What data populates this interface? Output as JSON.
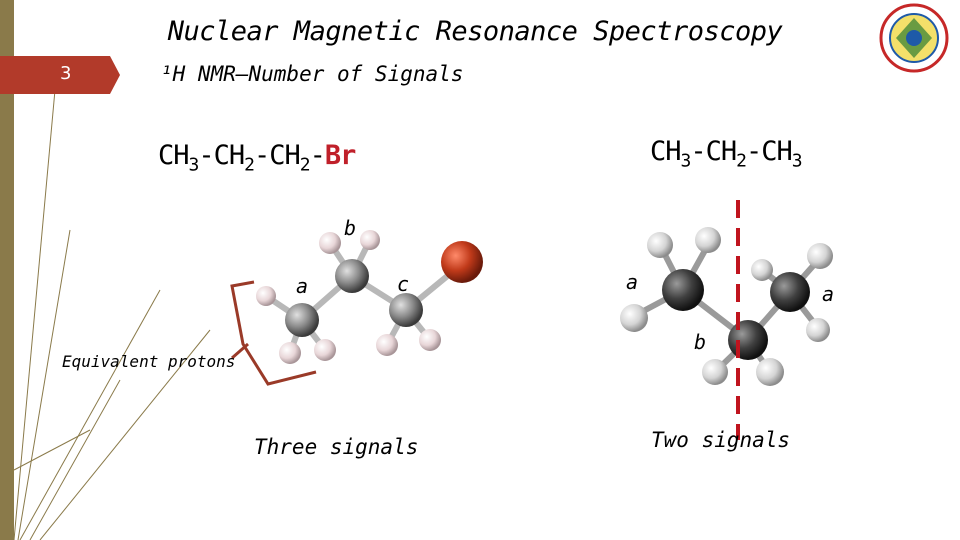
{
  "slide": {
    "title": "Nuclear Magnetic Resonance Spectroscopy",
    "number": "3",
    "subtitle": "¹H NMR—Number of Signals"
  },
  "left_molecule": {
    "formula_parts": [
      "CH",
      "3",
      "-CH",
      "2",
      "-CH",
      "2",
      "-",
      "Br"
    ],
    "labels": {
      "a": "a",
      "b": "b",
      "c": "c"
    },
    "bracket_label": "Equivalent protons",
    "caption": "Three signals"
  },
  "right_molecule": {
    "formula_parts": [
      "CH",
      "3",
      "-CH",
      "2",
      "-CH",
      "3"
    ],
    "labels": {
      "a_left": "a",
      "a_right": "a",
      "b": "b"
    },
    "caption": "Two signals"
  },
  "colors": {
    "accent_tab": "#b23a2a",
    "bromine": "#c0202a",
    "symmetry_line": "#c0141e",
    "bracket": "#9a3a28",
    "left_bar": "#8a7a4a"
  },
  "icons": {
    "logo": "university-seal-logo"
  }
}
